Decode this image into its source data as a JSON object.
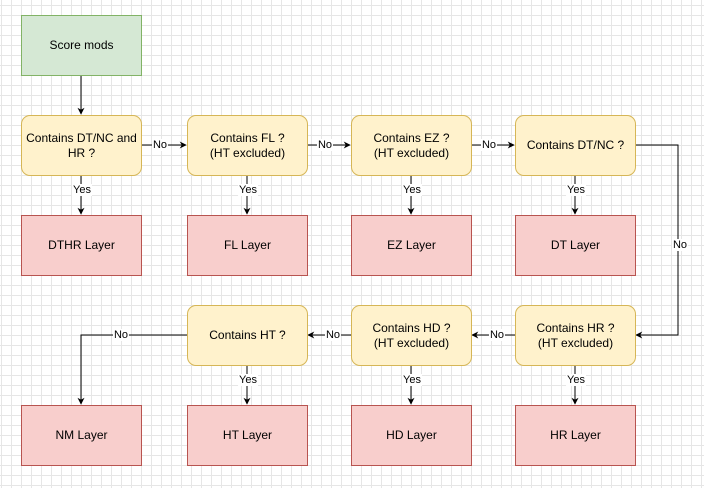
{
  "nodes": {
    "score_mods": "Score mods",
    "contains_dtnc_hr": "Contains DT/NC and\nHR ?",
    "contains_fl": "Contains FL ?\n(HT excluded)",
    "contains_ez": "Contains EZ ?\n(HT excluded)",
    "contains_dtnc": "Contains DT/NC ?",
    "dthr_layer": "DTHR Layer",
    "fl_layer": "FL Layer",
    "ez_layer": "EZ Layer",
    "dt_layer": "DT Layer",
    "contains_hr": "Contains HR ?\n(HT excluded)",
    "contains_hd": "Contains HD ?\n(HT excluded)",
    "contains_ht": "Contains HT ?",
    "hr_layer": "HR Layer",
    "hd_layer": "HD Layer",
    "ht_layer": "HT Layer",
    "nm_layer": "NM Layer"
  },
  "edges": {
    "yes": "Yes",
    "no": "No"
  },
  "colors": {
    "start_fill": "#d5e8d4",
    "decision_fill": "#fff2cc",
    "layer_fill": "#f8cecc",
    "arrow": "#000000"
  }
}
